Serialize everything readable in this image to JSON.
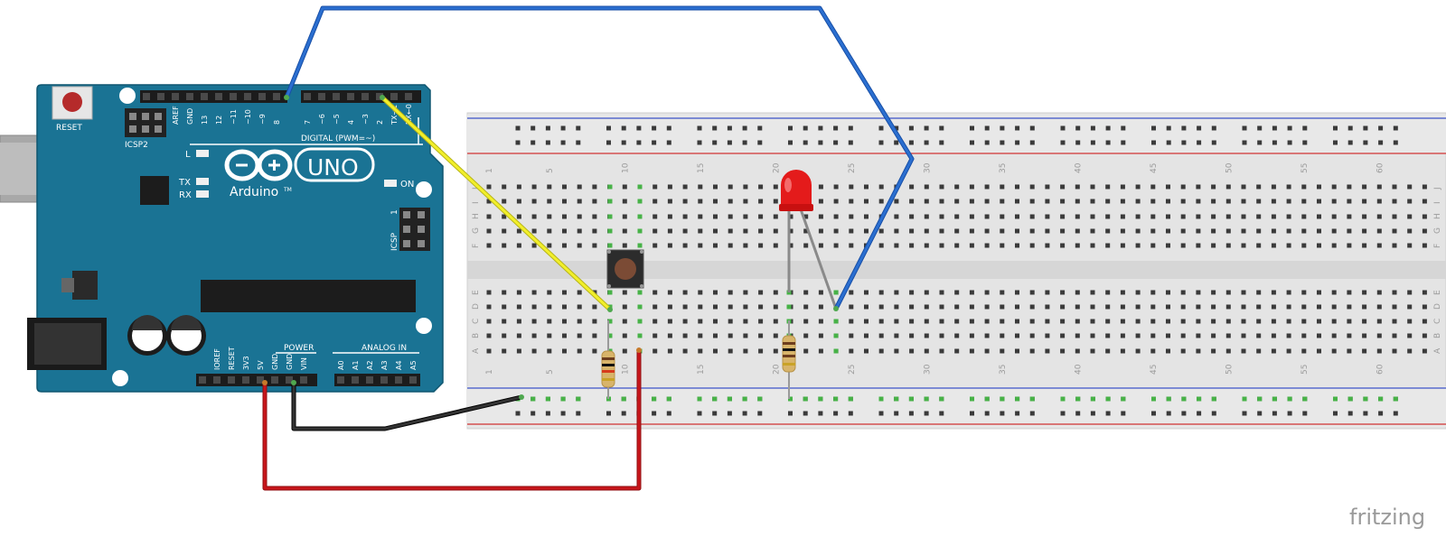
{
  "arduino": {
    "reset_label": "RESET",
    "icsp2_label": "ICSP2",
    "icsp_label": "ICSP",
    "icsp_pin1": "1",
    "digital_label": "DIGITAL (PWM=~)",
    "digital_pins": [
      "AREF",
      "GND",
      "13",
      "12",
      "~11",
      "~10",
      "~9",
      "8",
      "7",
      "~6",
      "~5",
      "4",
      "~3",
      "2",
      "TX→1",
      "RX←0"
    ],
    "led_l_label": "L",
    "tx_label": "TX",
    "rx_label": "RX",
    "on_label": "ON",
    "brand_label": "Arduino",
    "brand_tm": "TM",
    "model_label": "UNO",
    "power_label": "POWER",
    "power_pins": [
      "IOREF",
      "RESET",
      "3V3",
      "5V",
      "GND",
      "GND",
      "VIN"
    ],
    "analog_label": "ANALOG IN",
    "analog_pins": [
      "A0",
      "A1",
      "A2",
      "A3",
      "A4",
      "A5"
    ],
    "board_color": "#1a7394"
  },
  "breadboard": {
    "columns_count": 63,
    "column_numbers": [
      "1",
      "5",
      "10",
      "15",
      "20",
      "25",
      "30",
      "35",
      "40",
      "45",
      "50",
      "55",
      "60"
    ],
    "rows_top": [
      "J",
      "I",
      "H",
      "G",
      "F"
    ],
    "rows_bottom": [
      "E",
      "D",
      "C",
      "B",
      "A"
    ]
  },
  "wires": [
    {
      "name": "blue-wire",
      "color": "#2b6fd0"
    },
    {
      "name": "yellow-wire",
      "color": "#f2ef2a"
    },
    {
      "name": "black-wire",
      "color": "#222222"
    },
    {
      "name": "red-wire",
      "color": "#c8161b"
    }
  ],
  "components": {
    "led_color": "#e41b1b",
    "resistor_color": "#d8b46a",
    "button_color": "#7b4b35"
  },
  "watermark": "fritzing"
}
